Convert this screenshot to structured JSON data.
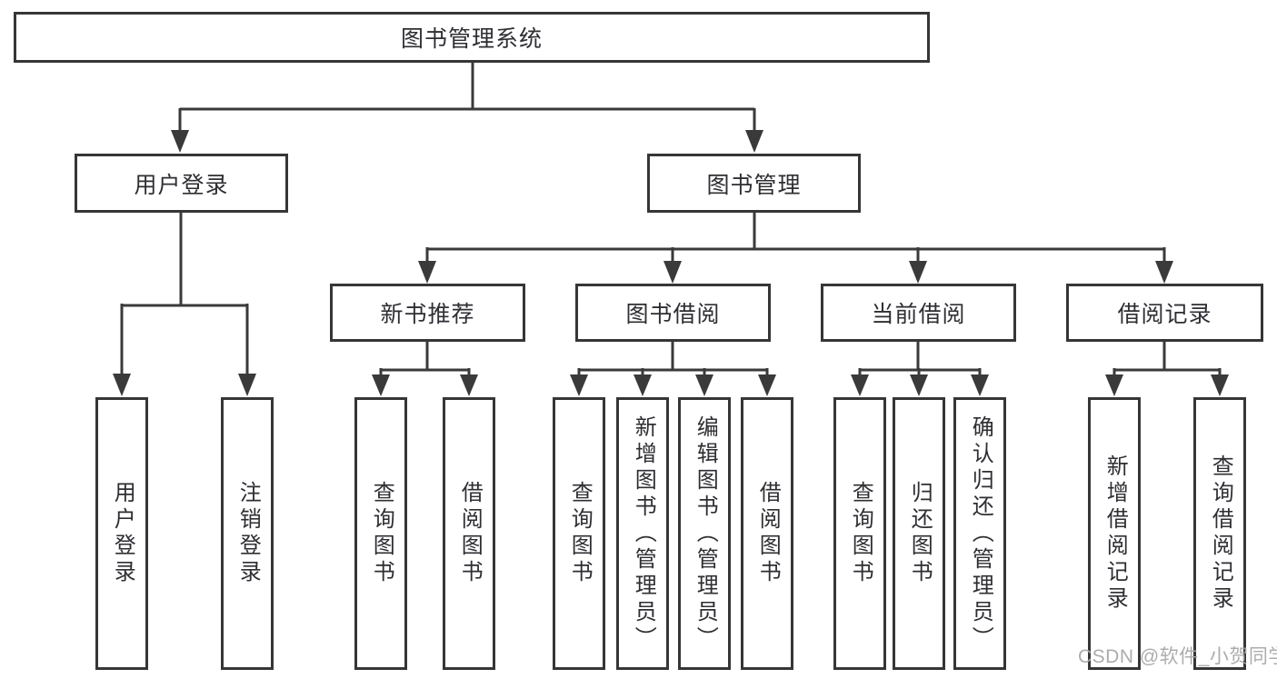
{
  "diagram": {
    "title": "图书管理系统",
    "branches": [
      {
        "label": "用户登录",
        "children": [
          {
            "label": "用户登录"
          },
          {
            "label": "注销登录"
          }
        ]
      },
      {
        "label": "图书管理",
        "children": [
          {
            "label": "新书推荐",
            "children": [
              {
                "label": "查询图书"
              },
              {
                "label": "借阅图书"
              }
            ]
          },
          {
            "label": "图书借阅",
            "children": [
              {
                "label": "查询图书"
              },
              {
                "label": "新增图书（管理员）"
              },
              {
                "label": "编辑图书（管理员）"
              },
              {
                "label": "借阅图书"
              }
            ]
          },
          {
            "label": "当前借阅",
            "children": [
              {
                "label": "查询图书"
              },
              {
                "label": "归还图书"
              },
              {
                "label": "确认归还（管理员）"
              }
            ]
          },
          {
            "label": "借阅记录",
            "children": [
              {
                "label": "新增借阅记录"
              },
              {
                "label": "查询借阅记录"
              }
            ]
          }
        ]
      }
    ]
  },
  "colors": {
    "line": "#3a3a3a",
    "box_border": "#363636",
    "text": "#2e2e33",
    "watermark": "#a8a8a8"
  },
  "watermark": {
    "text": "CSDN @软件_小贺同学"
  }
}
